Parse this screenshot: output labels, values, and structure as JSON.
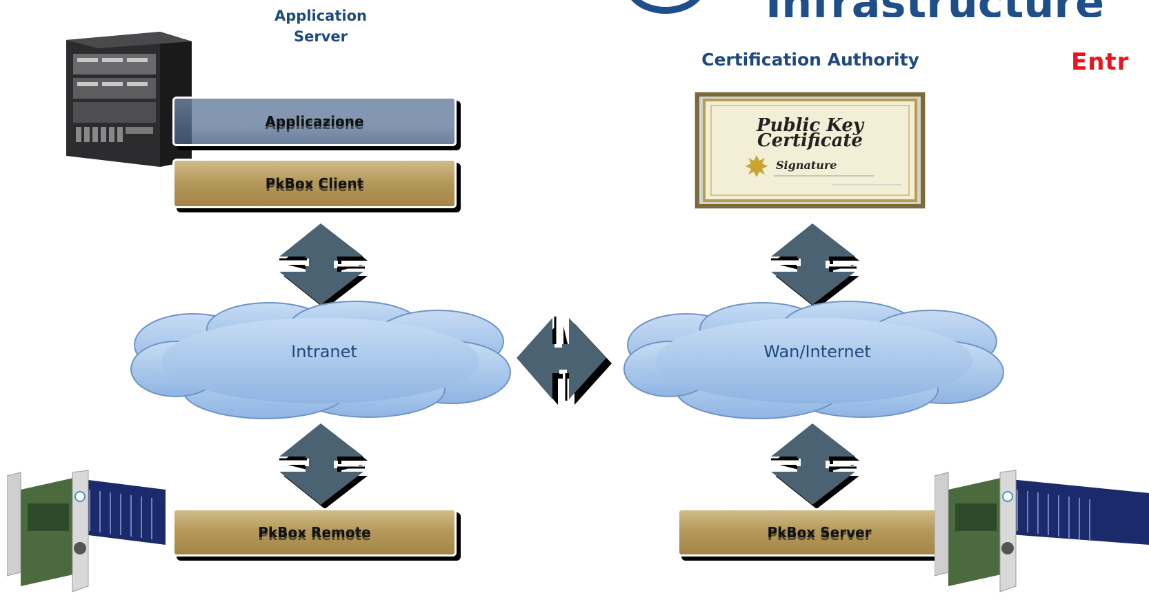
{
  "header": {
    "app_server_title": "Application\nServer",
    "ca_title": "Certification Authority",
    "top_banner_partial": "Infrastructure",
    "red_partial": "Entr"
  },
  "stack": {
    "applicazione": "Applicazione",
    "pkbox_client": "PkBox Client",
    "pkbox_remote": "PkBox Remote",
    "pkbox_server": "PkBox Server"
  },
  "certificate": {
    "line1": "Public Key",
    "line2": "Certificate",
    "signature": "Signature"
  },
  "clouds": {
    "left": "Intranet",
    "right": "Wan/Internet"
  },
  "colors": {
    "label_blue": "#1f497d",
    "gold": "#b59a5c",
    "slate_arrow": "#4a6272",
    "cloud_fill": "#a9c9ee",
    "red": "#e8141e"
  }
}
